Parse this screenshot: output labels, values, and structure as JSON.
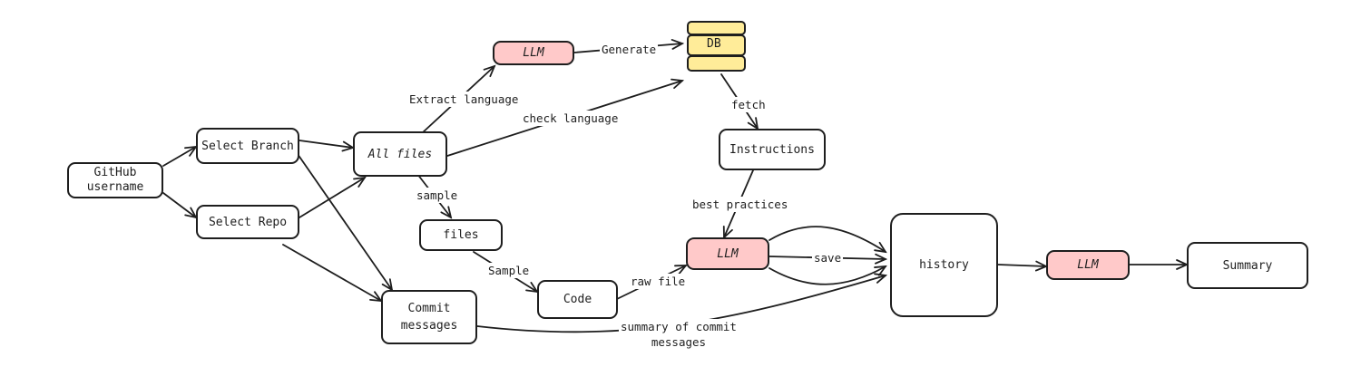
{
  "nodes": {
    "github_username": "GitHub\nusername",
    "select_branch": "Select Branch",
    "select_repo": "Select Repo",
    "all_files": "All files",
    "llm_top": "LLM",
    "db": "DB",
    "instructions": "Instructions",
    "files": "files",
    "code": "Code",
    "commit_messages": "Commit\nmessages",
    "llm_mid": "LLM",
    "history": "history",
    "llm_right": "LLM",
    "summary": "Summary"
  },
  "edge_labels": {
    "generate": "Generate",
    "extract_language": "Extract language",
    "check_language": "check language",
    "fetch": "fetch",
    "sample_lower": "sample",
    "sample_upper": "Sample",
    "best_practices": "best practices",
    "raw_file": "raw file",
    "save": "save",
    "summary_of_commit_messages": "summary of commit\nmessages"
  },
  "colors": {
    "llm_fill": "#ffc9c9",
    "db_fill": "#ffec99",
    "stroke": "#1e1e1e",
    "background": "#ffffff"
  }
}
